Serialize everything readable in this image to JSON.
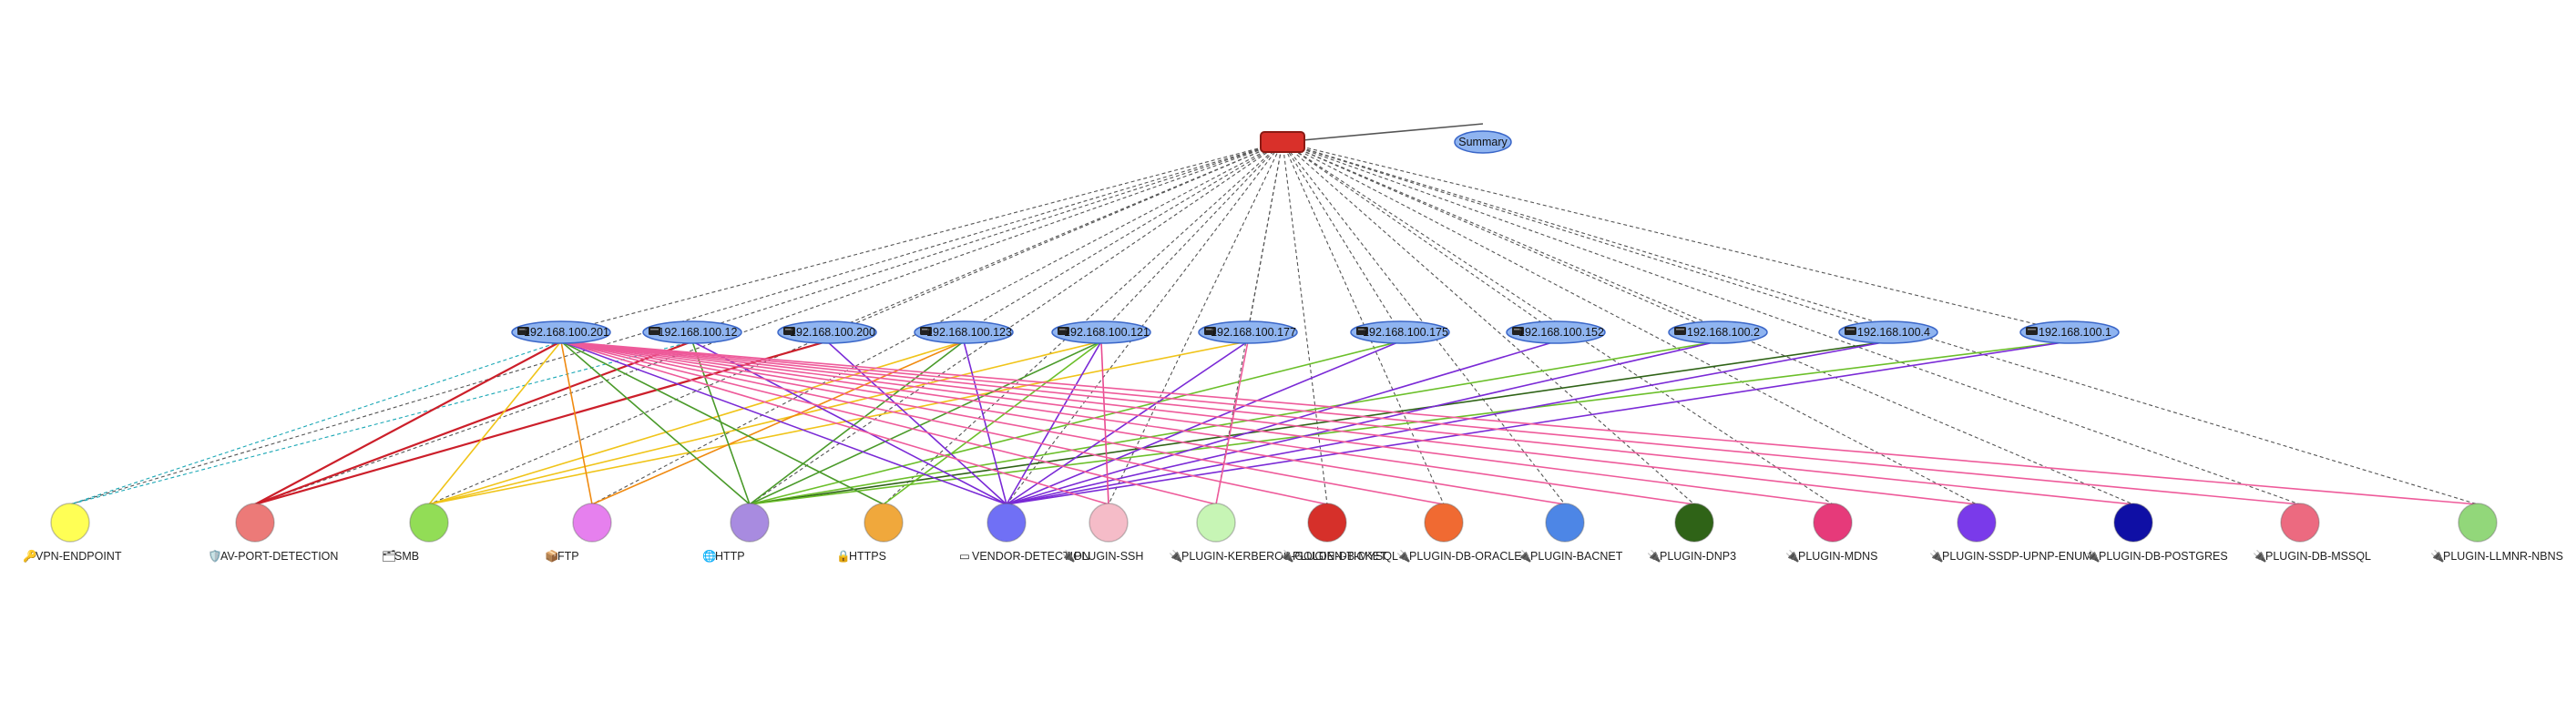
{
  "root": {
    "label": "",
    "color": "#d9302a"
  },
  "summary": {
    "label": "Summary",
    "color": "#8fb4f0"
  },
  "hosts": [
    {
      "label": "192.168.100.201",
      "icon": "server-icon"
    },
    {
      "label": "192.168.100.12",
      "icon": "server-icon"
    },
    {
      "label": "192.168.100.200",
      "icon": "server-icon"
    },
    {
      "label": "192.168.100.123",
      "icon": "server-icon"
    },
    {
      "label": "192.168.100.121",
      "icon": "server-icon"
    },
    {
      "label": "192.168.100.177",
      "icon": "server-icon"
    },
    {
      "label": "192.168.100.175",
      "icon": "server-icon"
    },
    {
      "label": "192.168.100.152",
      "icon": "server-icon"
    },
    {
      "label": "192.168.100.2",
      "icon": "server-icon"
    },
    {
      "label": "192.168.100.4",
      "icon": "server-icon"
    },
    {
      "label": "192.168.100.1",
      "icon": "server-icon"
    }
  ],
  "services": [
    {
      "label": "VPN-ENDPOINT",
      "icon": "🔑",
      "color": "#ffff55"
    },
    {
      "label": "AV-PORT-DETECTION",
      "icon": "🛡️",
      "color": "#ec7a78"
    },
    {
      "label": "SMB",
      "icon": "🗂",
      "color": "#92dd56"
    },
    {
      "label": "FTP",
      "icon": "📦",
      "color": "#e680ee"
    },
    {
      "label": "HTTP",
      "icon": "🌐",
      "color": "#a88be0"
    },
    {
      "label": "HTTPS",
      "icon": "🔒",
      "color": "#f0a83c"
    },
    {
      "label": "VENDOR-DETECTION",
      "icon": "▭",
      "color": "#7070f5"
    },
    {
      "label": "PLUGIN-SSH",
      "icon": "🔌",
      "color": "#f5bcc8"
    },
    {
      "label": "PLUGIN-KERBEROS-GOLDEN-TICKET",
      "icon": "🔌",
      "color": "#c7f5b5"
    },
    {
      "label": "PLUGIN-DB-MYSQL",
      "icon": "🔌",
      "color": "#d6302a"
    },
    {
      "label": "PLUGIN-DB-ORACLE",
      "icon": "🔌",
      "color": "#f06a32"
    },
    {
      "label": "PLUGIN-BACNET",
      "icon": "🔌",
      "color": "#4d86e6"
    },
    {
      "label": "PLUGIN-DNP3",
      "icon": "🔌",
      "color": "#2f6317"
    },
    {
      "label": "PLUGIN-MDNS",
      "icon": "🔌",
      "color": "#e63a7a"
    },
    {
      "label": "PLUGIN-SSDP-UPNP-ENUM",
      "icon": "🔌",
      "color": "#7a3aea"
    },
    {
      "label": "PLUGIN-DB-POSTGRES",
      "icon": "🔌",
      "color": "#0f0fa5"
    },
    {
      "label": "PLUGIN-DB-MSSQL",
      "icon": "🔌",
      "color": "#ec6a80"
    },
    {
      "label": "PLUGIN-LLMNR-NBNS",
      "icon": "🔌",
      "color": "#92d77a"
    }
  ],
  "edge_colors": {
    "root_link": "#555555",
    "vpn": "#1aa7b5",
    "av": "#cc1f2a",
    "smb": "#f0c419",
    "ftp": "#f08a10",
    "http": "#6bbf2a",
    "https": "#f0b020",
    "vendor": "#7a2ad6",
    "ssh": "#e84a90",
    "kerberos": "#c83aa0",
    "dnp3": "#2f6317",
    "pink": "#ee5a9a",
    "green": "#4a9a2a"
  },
  "edges": [
    [
      "root",
      "summary",
      "solid",
      "root_link"
    ],
    [
      "root",
      "h0",
      "dash",
      "root_link"
    ],
    [
      "root",
      "h1",
      "dash",
      "root_link"
    ],
    [
      "root",
      "h2",
      "dash",
      "root_link"
    ],
    [
      "root",
      "h3",
      "dash",
      "root_link"
    ],
    [
      "root",
      "h4",
      "dash",
      "root_link"
    ],
    [
      "root",
      "h5",
      "dash",
      "root_link"
    ],
    [
      "root",
      "h6",
      "dash",
      "root_link"
    ],
    [
      "root",
      "h7",
      "dash",
      "root_link"
    ],
    [
      "root",
      "h8",
      "dash",
      "root_link"
    ],
    [
      "root",
      "h9",
      "dash",
      "root_link"
    ],
    [
      "root",
      "h10",
      "dash",
      "root_link"
    ],
    [
      "root",
      "s0",
      "dash",
      "root_link"
    ],
    [
      "root",
      "s1",
      "dash",
      "root_link"
    ],
    [
      "root",
      "s2",
      "dash",
      "root_link"
    ],
    [
      "root",
      "s3",
      "dash",
      "root_link"
    ],
    [
      "root",
      "s4",
      "dash",
      "root_link"
    ],
    [
      "root",
      "s5",
      "dash",
      "root_link"
    ],
    [
      "root",
      "s6",
      "dash",
      "root_link"
    ],
    [
      "root",
      "s7",
      "dash",
      "root_link"
    ],
    [
      "root",
      "s8",
      "dash",
      "root_link"
    ],
    [
      "root",
      "s9",
      "dash",
      "root_link"
    ],
    [
      "root",
      "s10",
      "dash",
      "root_link"
    ],
    [
      "root",
      "s11",
      "dash",
      "root_link"
    ],
    [
      "root",
      "s12",
      "dash",
      "root_link"
    ],
    [
      "root",
      "s13",
      "dash",
      "root_link"
    ],
    [
      "root",
      "s14",
      "dash",
      "root_link"
    ],
    [
      "root",
      "s15",
      "dash",
      "root_link"
    ],
    [
      "root",
      "s16",
      "dash",
      "root_link"
    ],
    [
      "root",
      "s17",
      "dash",
      "root_link"
    ],
    [
      "h0",
      "s0",
      "dash",
      "vpn"
    ],
    [
      "h1",
      "s0",
      "dash",
      "vpn"
    ],
    [
      "h0",
      "s1",
      "solid",
      "av"
    ],
    [
      "h1",
      "s1",
      "solid",
      "av"
    ],
    [
      "h2",
      "s1",
      "solid",
      "av"
    ],
    [
      "h0",
      "s2",
      "solid",
      "smb"
    ],
    [
      "h3",
      "s2",
      "solid",
      "smb"
    ],
    [
      "h4",
      "s2",
      "solid",
      "smb"
    ],
    [
      "h5",
      "s2",
      "solid",
      "smb"
    ],
    [
      "h0",
      "s3",
      "solid",
      "ftp"
    ],
    [
      "h3",
      "s3",
      "solid",
      "ftp"
    ],
    [
      "h0",
      "s4",
      "solid",
      "green"
    ],
    [
      "h1",
      "s4",
      "solid",
      "green"
    ],
    [
      "h3",
      "s4",
      "solid",
      "green"
    ],
    [
      "h4",
      "s4",
      "solid",
      "green"
    ],
    [
      "h6",
      "s4",
      "solid",
      "http"
    ],
    [
      "h8",
      "s4",
      "solid",
      "http"
    ],
    [
      "h9",
      "s4",
      "solid",
      "dnp3"
    ],
    [
      "h10",
      "s4",
      "solid",
      "http"
    ],
    [
      "h0",
      "s5",
      "solid",
      "green"
    ],
    [
      "h4",
      "s5",
      "solid",
      "http"
    ],
    [
      "h0",
      "s6",
      "solid",
      "vendor"
    ],
    [
      "h1",
      "s6",
      "solid",
      "vendor"
    ],
    [
      "h2",
      "s6",
      "solid",
      "vendor"
    ],
    [
      "h3",
      "s6",
      "solid",
      "vendor"
    ],
    [
      "h4",
      "s6",
      "solid",
      "vendor"
    ],
    [
      "h5",
      "s6",
      "solid",
      "vendor"
    ],
    [
      "h6",
      "s6",
      "solid",
      "vendor"
    ],
    [
      "h7",
      "s6",
      "solid",
      "vendor"
    ],
    [
      "h8",
      "s6",
      "solid",
      "vendor"
    ],
    [
      "h9",
      "s6",
      "solid",
      "vendor"
    ],
    [
      "h10",
      "s6",
      "solid",
      "vendor"
    ],
    [
      "h0",
      "s7",
      "solid",
      "pink"
    ],
    [
      "h4",
      "s7",
      "solid",
      "ssh"
    ],
    [
      "h0",
      "s8",
      "solid",
      "pink"
    ],
    [
      "h5",
      "s8",
      "solid",
      "pink"
    ],
    [
      "h0",
      "s9",
      "solid",
      "pink"
    ],
    [
      "h0",
      "s10",
      "solid",
      "pink"
    ],
    [
      "h0",
      "s11",
      "solid",
      "pink"
    ],
    [
      "h0",
      "s12",
      "solid",
      "pink"
    ],
    [
      "h0",
      "s13",
      "solid",
      "pink"
    ],
    [
      "h0",
      "s14",
      "solid",
      "pink"
    ],
    [
      "h0",
      "s15",
      "solid",
      "pink"
    ],
    [
      "h0",
      "s16",
      "solid",
      "pink"
    ],
    [
      "h0",
      "s17",
      "solid",
      "pink"
    ]
  ]
}
